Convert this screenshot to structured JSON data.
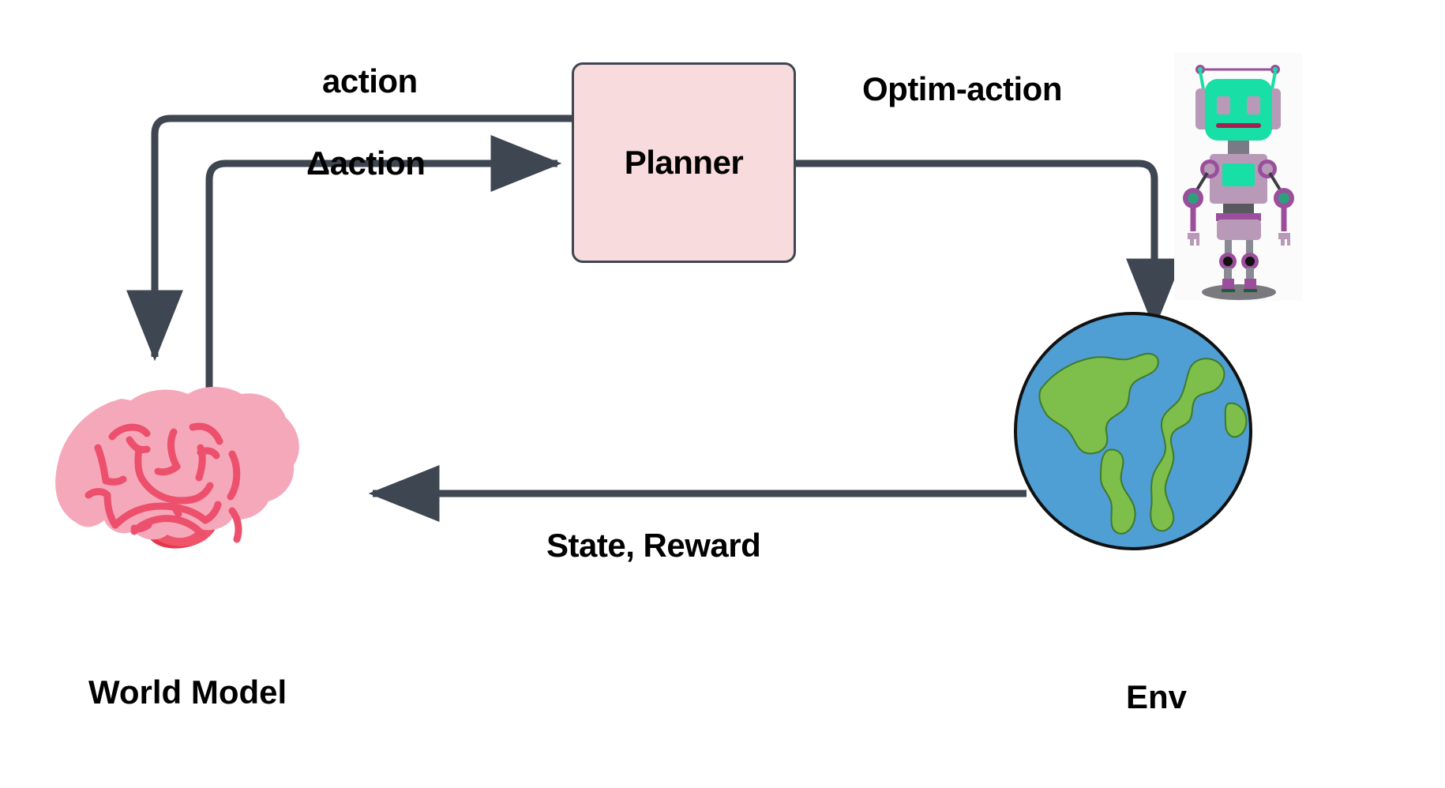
{
  "diagram": {
    "title": "World Model Planner Loop",
    "background_color": "#ffffff",
    "edge_color": "#3e4651",
    "node_fill": "#f8dcdd",
    "node_border": "#3e4651"
  },
  "nodes": {
    "planner": {
      "label": "Planner",
      "shape": "rounded-rect",
      "fill": "#f8dcdd"
    },
    "world_model": {
      "caption": "World Model",
      "icon": "brain-illustration",
      "color": "#f6a8b8"
    },
    "env": {
      "caption": "Env",
      "icon": "globe-illustration",
      "ocean_color": "#4a9bd1",
      "land_color": "#7dbf4a"
    },
    "robot": {
      "icon": "robot-illustration",
      "body_color": "#b89ab8",
      "face_color": "#18dfa5"
    }
  },
  "edges": [
    {
      "id": "action",
      "label": "action",
      "from": "planner",
      "to": "world_model"
    },
    {
      "id": "delta-action",
      "label": "Δaction",
      "from": "world_model",
      "to": "planner"
    },
    {
      "id": "optim-action",
      "label": "Optim-action",
      "from": "planner",
      "to": "env"
    },
    {
      "id": "state-reward",
      "label": "State, Reward",
      "from": "env",
      "to": "world_model"
    }
  ]
}
